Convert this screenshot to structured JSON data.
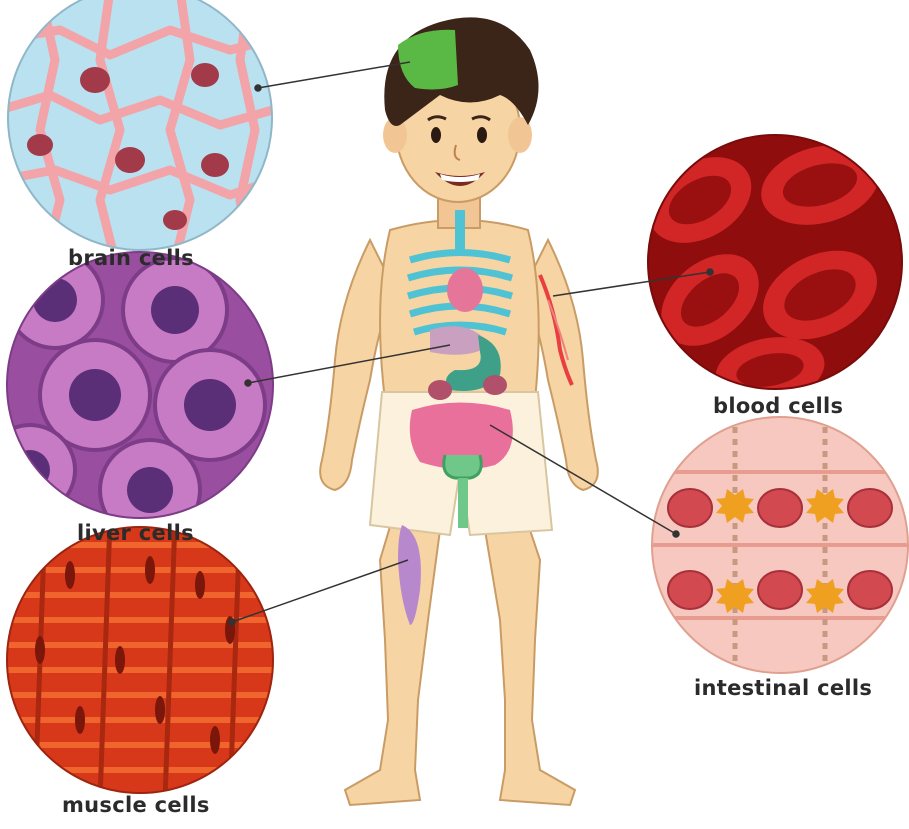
{
  "labels": {
    "brain": "brain cells",
    "liver": "liver cells",
    "muscle": "muscle cells",
    "blood": "blood cells",
    "intestinal": "intestinal cells"
  },
  "colors": {
    "skin": "#f7d4a3",
    "hair": "#3b2418",
    "shorts": "#fbf1dc",
    "brain_bg": "#b9e1f0",
    "brain_membrane": "#f2a4a8",
    "brain_nucleus": "#a23a4a",
    "liver_bg": "#b866b8",
    "liver_nucleus": "#5a2f78",
    "muscle_bg": "#e0421e",
    "muscle_nucleus": "#8c1d10",
    "blood_bg": "#9c1010",
    "blood_cell": "#cf2323",
    "intestine_bg": "#f7c8c0",
    "intestine_nucleus": "#d24a50",
    "junction": "#f0a020"
  }
}
